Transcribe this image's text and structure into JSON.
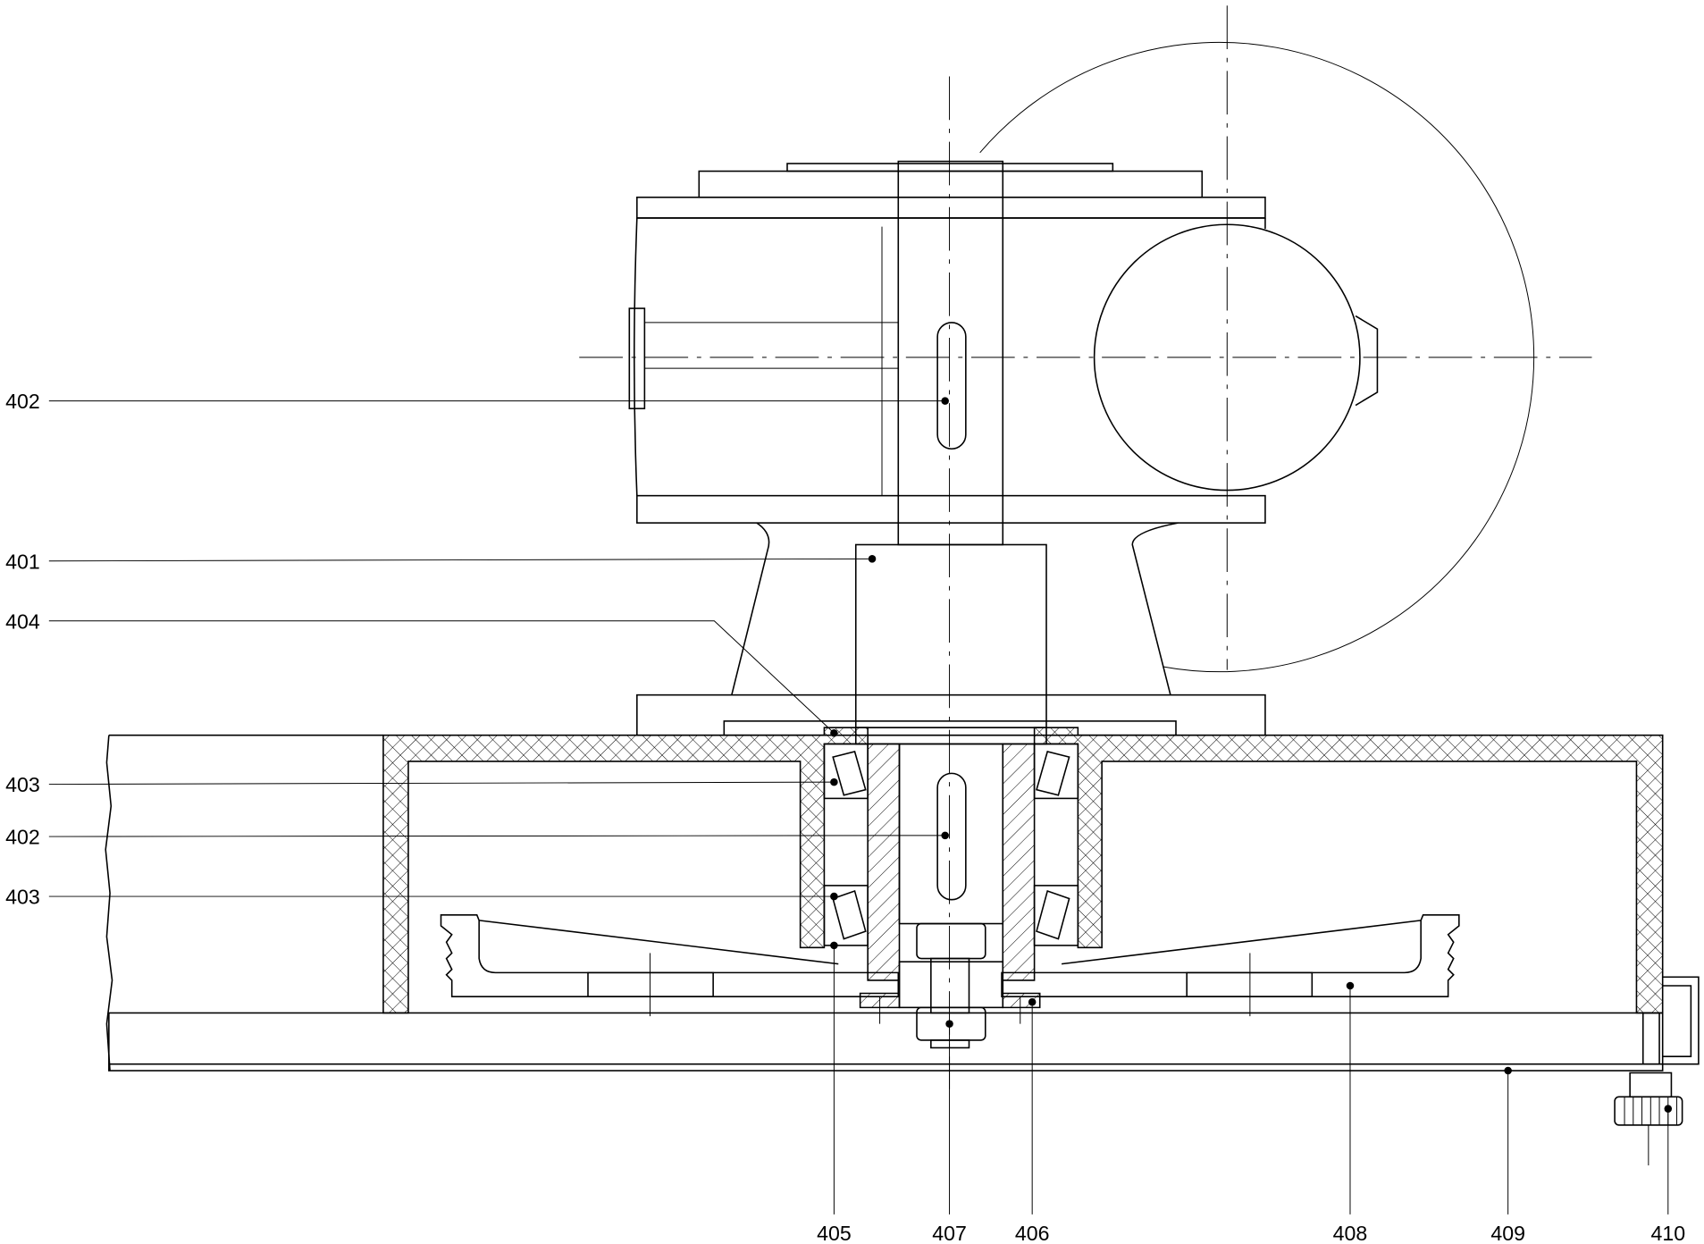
{
  "figure": {
    "labels": {
      "l402_top": "402",
      "l401": "401",
      "l404": "404",
      "l403_top": "403",
      "l402_mid": "402",
      "l403_bot": "403",
      "l405": "405",
      "l407": "407",
      "l406": "406",
      "l408": "408",
      "l409": "409",
      "l410": "410"
    },
    "colors": {
      "line": "#000000",
      "background": "#ffffff"
    }
  }
}
